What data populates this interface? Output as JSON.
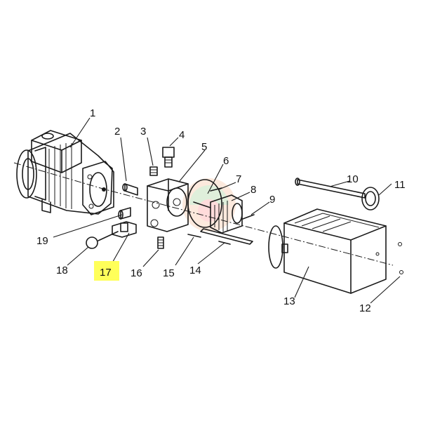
{
  "highlight_color": "#ffff5a",
  "parts": [
    {
      "id": "p1",
      "number": "1"
    },
    {
      "id": "p2",
      "number": "2"
    },
    {
      "id": "p3",
      "number": "3"
    },
    {
      "id": "p4",
      "number": "4"
    },
    {
      "id": "p5",
      "number": "5"
    },
    {
      "id": "p6",
      "number": "6"
    },
    {
      "id": "p7",
      "number": "7"
    },
    {
      "id": "p8",
      "number": "8"
    },
    {
      "id": "p9",
      "number": "9"
    },
    {
      "id": "p10",
      "number": "10"
    },
    {
      "id": "p11",
      "number": "11"
    },
    {
      "id": "p12",
      "number": "12"
    },
    {
      "id": "p13",
      "number": "13"
    },
    {
      "id": "p14",
      "number": "14"
    },
    {
      "id": "p15",
      "number": "15"
    },
    {
      "id": "p16",
      "number": "16"
    },
    {
      "id": "p17",
      "number": "17",
      "highlighted": true
    },
    {
      "id": "p18",
      "number": "18"
    },
    {
      "id": "p19",
      "number": "19"
    }
  ]
}
